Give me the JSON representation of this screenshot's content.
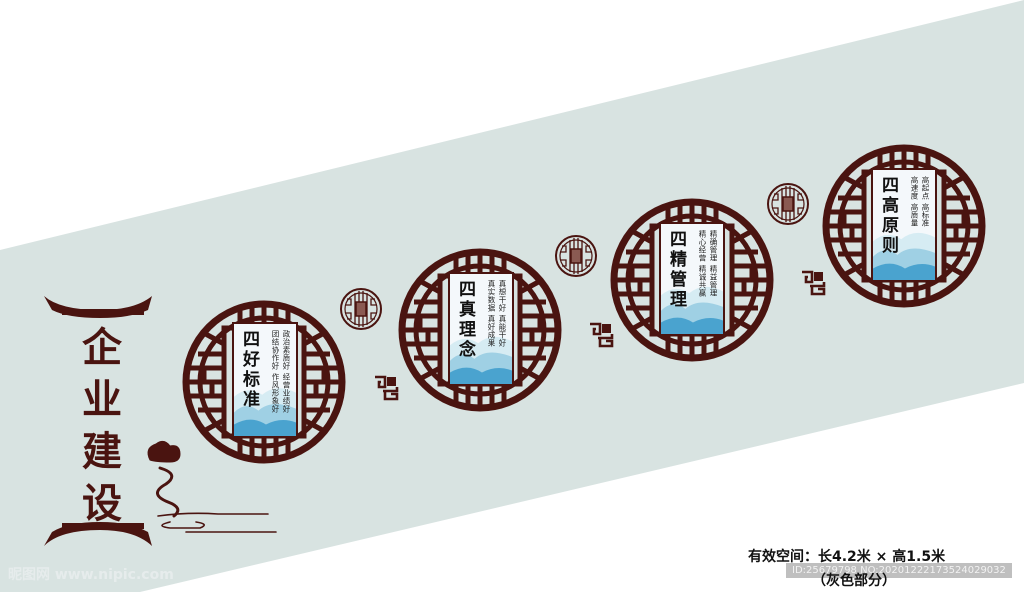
{
  "colors": {
    "band": "#d8e3e1",
    "background": "#ffffff",
    "lattice": "#4a1410",
    "panel_bg": "#f4f8fb",
    "mountain_light": "#bfe0ea",
    "mountain_dark": "#4aa3cf"
  },
  "main_title": {
    "text": "企业建设"
  },
  "panels": [
    {
      "title": "四好标准",
      "col_right": "政治素质好 经营业绩好",
      "col_left": "团结协作好 作风形象好"
    },
    {
      "title": "四真理念",
      "col_right": "真想干好 真能干好",
      "col_left": "真实数据 真好成果"
    },
    {
      "title": "四精管理",
      "col_right": "精确管理 精益管理",
      "col_left": "精心经营 精诚共赢"
    },
    {
      "title": "四高原则",
      "col_right": "高起点 高标准",
      "col_left": "高速度 高质量"
    }
  ],
  "ornaments": {
    "medallions": [
      "lattice-medallion-1",
      "lattice-medallion-2",
      "lattice-medallion-3"
    ],
    "meanders": [
      "fret-ornament-1",
      "fret-ornament-2",
      "fret-ornament-3"
    ]
  },
  "footer": {
    "spec_line1": "有效空间：长4.2米 × 高1.5米",
    "spec_line2": "（灰色部分）",
    "watermark": "昵图网 www.nipic.com",
    "id_text": "ID:25679798 NO:20201222173524029032"
  }
}
